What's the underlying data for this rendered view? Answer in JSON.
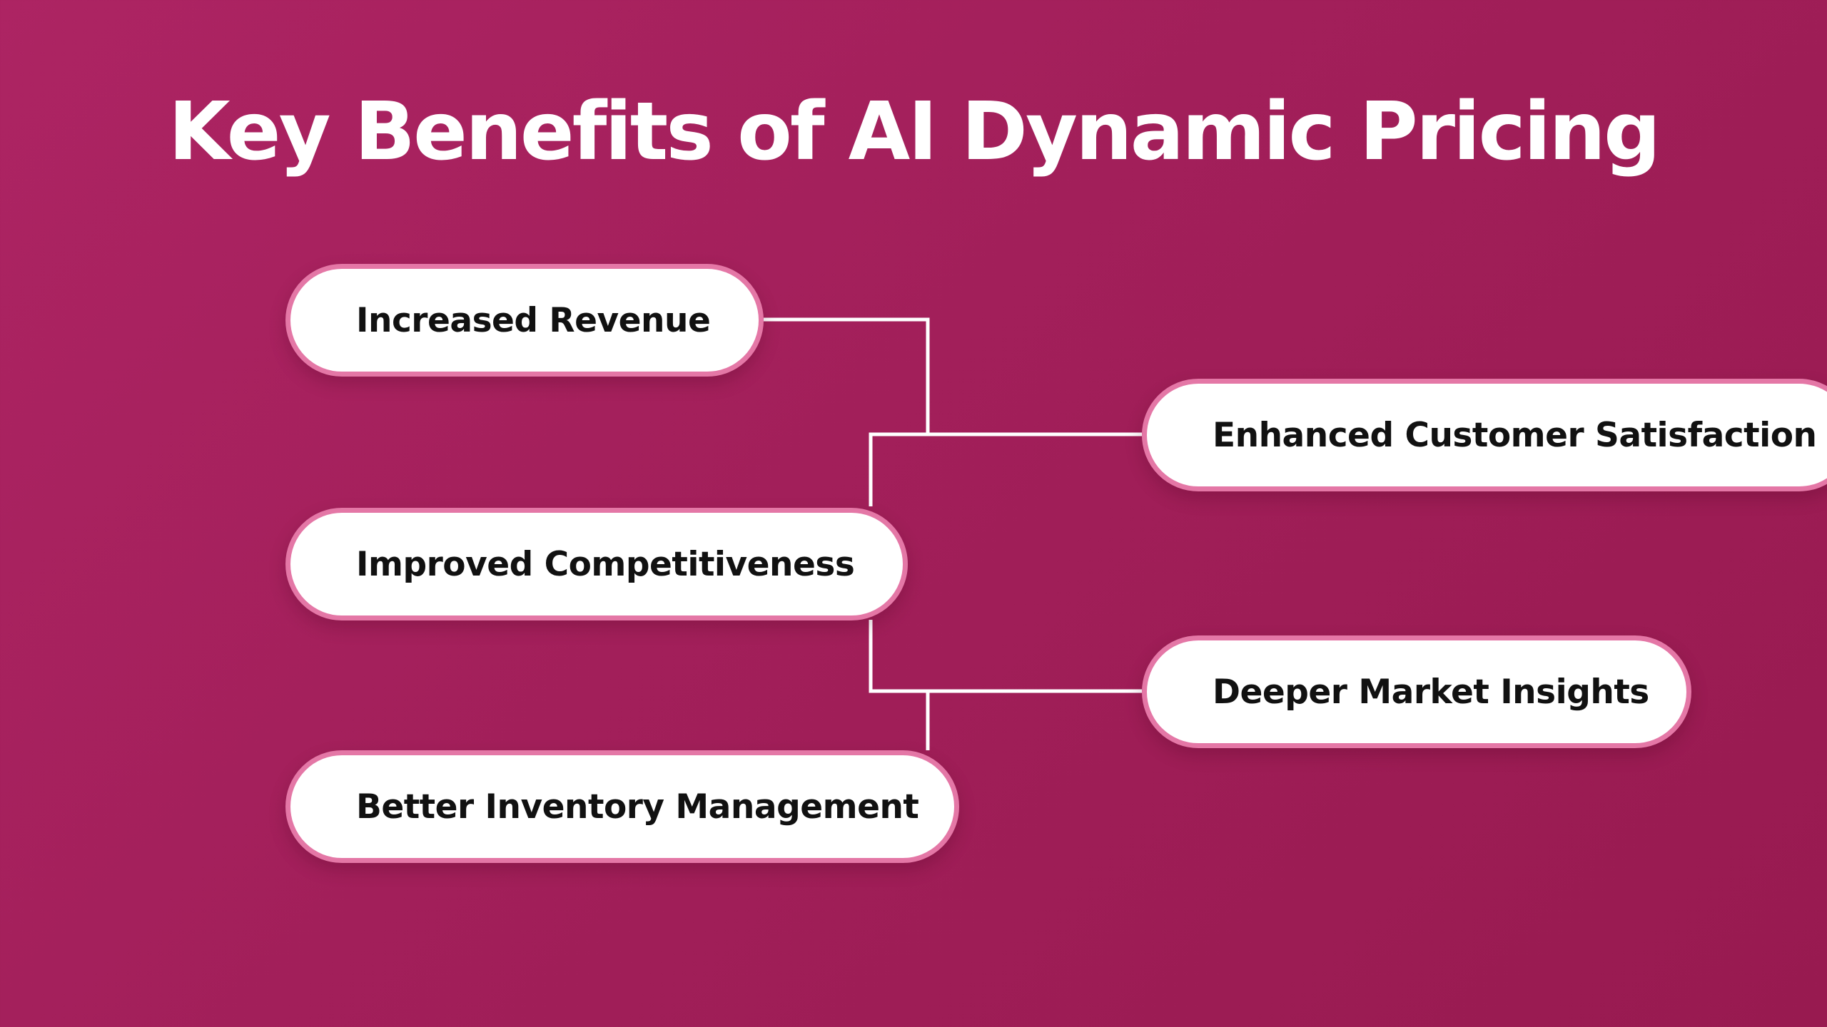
{
  "title": "Key Benefits of AI Dynamic Pricing",
  "benefits_left": [
    {
      "label": "Increased Revenue"
    },
    {
      "label": "Improved Competitiveness"
    },
    {
      "label": "Better Inventory Management"
    }
  ],
  "benefits_right": [
    {
      "label": "Enhanced Customer Satisfaction"
    },
    {
      "label": "Deeper Market Insights"
    }
  ],
  "colors": {
    "background_start": "#ad2463",
    "background_end": "#981a50",
    "pill_fill": "#ffffff",
    "pill_border": "#e477a6",
    "connector": "#ffffff",
    "title_text": "#ffffff",
    "pill_text": "#111111"
  }
}
